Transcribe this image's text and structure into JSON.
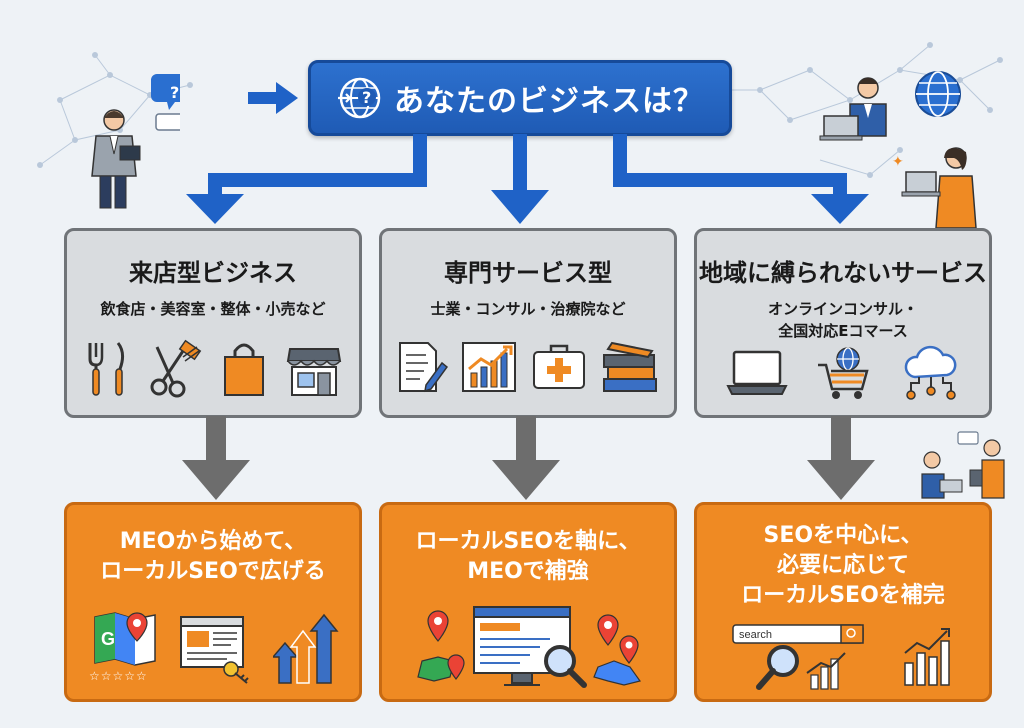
{
  "title": {
    "text": "あなたのビジネスは？",
    "icon": "globe-question-icon"
  },
  "categories": [
    {
      "title": "来店型ビジネス",
      "subtitle_lines": [
        "飲食店・美容室・整体・小売など"
      ],
      "icons": [
        "fork-knife-icon",
        "scissors-comb-icon",
        "shopping-bag-icon",
        "storefront-icon"
      ]
    },
    {
      "title": "専門サービス型",
      "subtitle_lines": [
        "士業・コンサル・治療院など"
      ],
      "icons": [
        "document-pen-icon",
        "growth-chart-icon",
        "first-aid-kit-icon",
        "book-stack-icon"
      ]
    },
    {
      "title": "地域に縛られないサービス",
      "subtitle_lines": [
        "オンラインコンサル・",
        "全国対応Eコマース"
      ],
      "icons": [
        "laptop-icon",
        "globe-cart-icon",
        "cloud-network-icon"
      ]
    }
  ],
  "strategies": [
    {
      "lines": [
        "MEOから始めて、",
        "ローカルSEOで広げる"
      ],
      "icons": [
        "map-pin-stars-icon",
        "web-window-key-icon",
        "up-arrows-icon"
      ],
      "stars": "☆☆☆☆☆"
    },
    {
      "lines": [
        "ローカルSEOを軸に、",
        "MEOで補強"
      ],
      "icons": [
        "map-pins-monitor-search-icon"
      ]
    },
    {
      "lines": [
        "SEOを中心に、",
        "必要に応じて",
        "ローカルSEOを補完"
      ],
      "icons": [
        "search-bar-magnifier-icon",
        "bar-chart-icon"
      ],
      "search_text": "search"
    }
  ],
  "colors": {
    "title_blue": "#2166c4",
    "arrow_blue": "#1f62c7",
    "grey_box": "#d9dcdf",
    "grey_arrow": "#6d6d6d",
    "orange": "#ef8a23"
  }
}
